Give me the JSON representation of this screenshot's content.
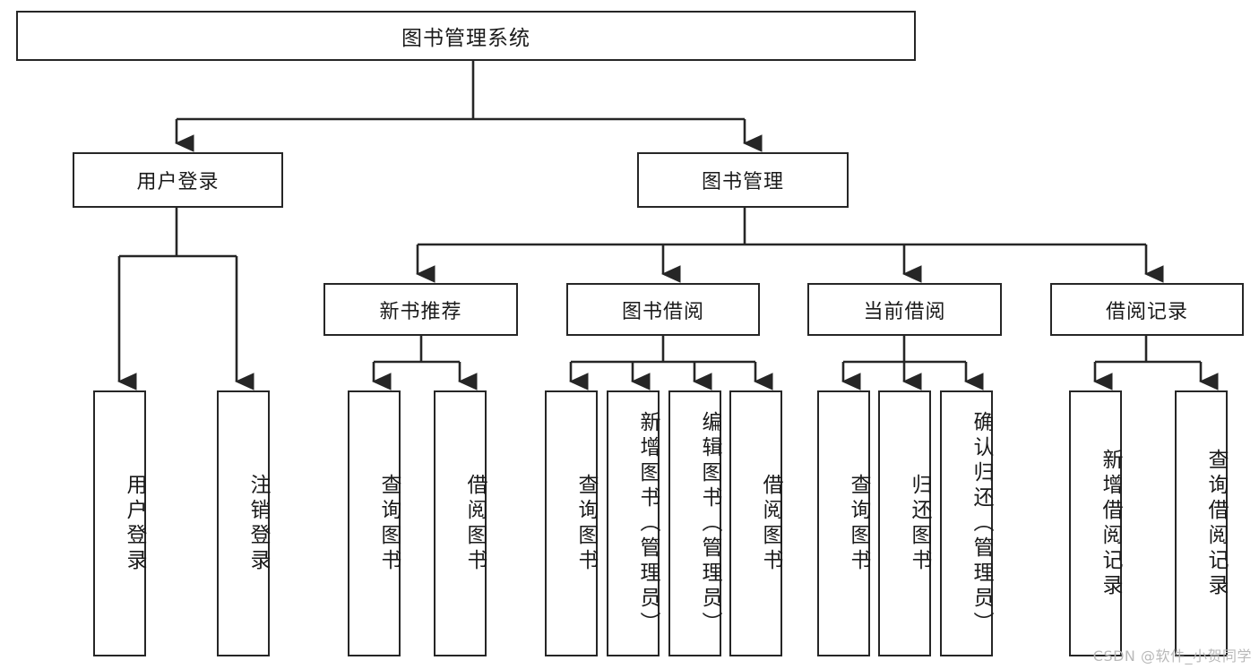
{
  "diagram": {
    "title": "图书管理系统",
    "watermark": "CSDN @软件_小贺同学",
    "root": {
      "label": "图书管理系统"
    },
    "level2": [
      {
        "label": "用户登录"
      },
      {
        "label": "图书管理"
      }
    ],
    "level3": [
      {
        "label": "新书推荐"
      },
      {
        "label": "图书借阅"
      },
      {
        "label": "当前借阅"
      },
      {
        "label": "借阅记录"
      }
    ],
    "leaves_user_login": [
      {
        "label": "用户登录"
      },
      {
        "label": "注销登录"
      }
    ],
    "leaves_new_book": [
      {
        "label": "查询图书"
      },
      {
        "label": "借阅图书"
      }
    ],
    "leaves_borrow": [
      {
        "label": "查询图书"
      },
      {
        "label": "新增图书（管理员）"
      },
      {
        "label": "编辑图书（管理员）"
      },
      {
        "label": "借阅图书"
      }
    ],
    "leaves_current": [
      {
        "label": "查询图书"
      },
      {
        "label": "归还图书"
      },
      {
        "label": "确认归还（管理员）"
      }
    ],
    "leaves_records": [
      {
        "label": "新增借阅记录"
      },
      {
        "label": "查询借阅记录"
      }
    ],
    "colors": {
      "stroke": "#262626",
      "background": "#ffffff",
      "text": "#1a1a1a",
      "watermark": "#b9b9b9"
    }
  }
}
